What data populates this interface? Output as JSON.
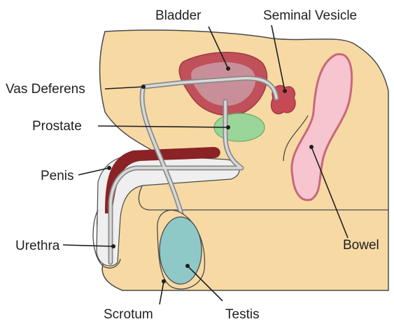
{
  "labels": {
    "bladder": "Bladder",
    "seminal_vesicle": "Seminal Vesicle",
    "vas_deferens": "Vas Deferens",
    "prostate": "Prostate",
    "penis": "Penis",
    "urethra": "Urethra",
    "bowel": "Bowel",
    "scrotum": "Scrotum",
    "testis": "Testis"
  },
  "colors": {
    "skin": "#f7d9a4",
    "skin_outline": "#4a4a4a",
    "bladder_outer": "#c0505a",
    "bladder_inner": "#c98f98",
    "seminal_vesicle": "#c64a55",
    "prostate": "#9ad69a",
    "penis_erectile": "#8b2225",
    "urethra_tube": "#c9c9c9",
    "bowel": "#f6c5cf",
    "bowel_outline": "#c8687a",
    "testis": "#8ec9c7",
    "label_text": "#1f1f1f"
  }
}
